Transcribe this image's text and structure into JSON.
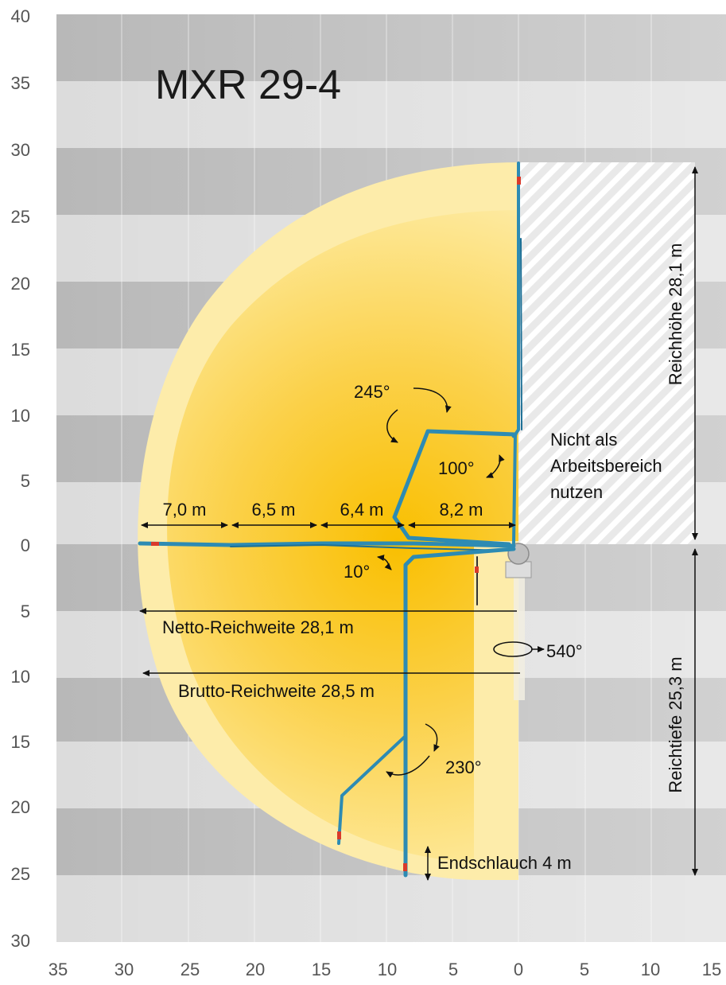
{
  "title": "MXR 29-4",
  "y_axis_labels": [
    "40",
    "35",
    "30",
    "25",
    "20",
    "15",
    "10",
    "5",
    "0",
    "5",
    "10",
    "15",
    "20",
    "25",
    "30"
  ],
  "x_axis_labels": [
    "35",
    "30",
    "25",
    "20",
    "15",
    "10",
    "5",
    "0",
    "5",
    "10",
    "15"
  ],
  "segments": [
    "7,0 m",
    "6,5 m",
    "6,4 m",
    "8,2 m"
  ],
  "angles": {
    "a245": "245°",
    "a100": "100°",
    "a10": "10°",
    "a540": "540°",
    "a230": "230°"
  },
  "reach": {
    "netto": "Netto-Reichweite 28,1 m",
    "brutto": "Brutto-Reichweite 28,5 m"
  },
  "vertical": {
    "height": "Reichhöhe 28,1 m",
    "depth": "Reichtiefe 25,3 m"
  },
  "no_work_area": [
    "Nicht als",
    "Arbeitsbereich",
    "nutzen"
  ],
  "end_hose": "Endschlauch 4 m",
  "colors": {
    "band_dark": "#b9b9b9",
    "band_light": "#dedede",
    "zone_outer": "#fdeea0",
    "zone_inner": "#fbc81e",
    "boom": "#2d8bb3",
    "tip": "#d93a2b"
  }
}
